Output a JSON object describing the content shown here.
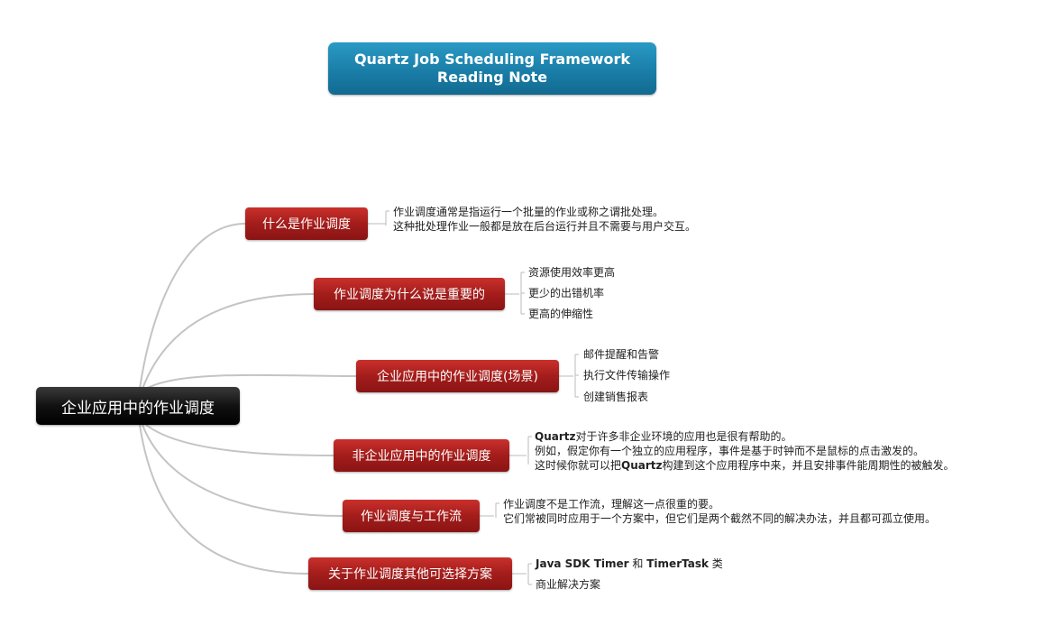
{
  "title": {
    "line1": "Quartz Job Scheduling Framework",
    "line2": "Reading Note"
  },
  "root": {
    "label": "企业应用中的作业调度"
  },
  "branches": [
    {
      "label": "什么是作业调度",
      "notes": [
        "作业调度通常是指运行一个批量的作业或称之谓批处理。",
        "这种批处理作业一般都是放在后台运行并且不需要与用户交互。"
      ]
    },
    {
      "label": "作业调度为什么说是重要的",
      "leaves": [
        "资源使用效率更高",
        "更少的出错机率",
        "更高的伸缩性"
      ]
    },
    {
      "label": "企业应用中的作业调度(场景)",
      "leaves": [
        "邮件提醒和告警",
        "执行文件传输操作",
        "创建销售报表"
      ]
    },
    {
      "label": "非企业应用中的作业调度",
      "notes": [
        {
          "bold": "Quartz",
          "text": "对于许多非企业环境的应用也是很有帮助的。"
        },
        {
          "text": "例如，假定你有一个独立的应用程序，事件是基于时钟而不是鼠标的点击激发的。"
        },
        {
          "pre": "这时候你就可以把",
          "bold": "Quartz",
          "text": "构建到这个应用程序中来，并且安排事件能周期性的被触发。"
        }
      ]
    },
    {
      "label": "作业调度与工作流",
      "notes": [
        "作业调度不是工作流，理解这一点很重的要。",
        "它们常被同时应用于一个方案中，但它们是两个截然不同的解决办法，并且都可孤立使用。"
      ]
    },
    {
      "label": "关于作业调度其他可选择方案",
      "leaves": [
        {
          "b1": "Java SDK Timer",
          "t1": " 和 ",
          "b2": "TimerTask",
          "t2": " 类"
        },
        "商业解决方案"
      ]
    }
  ],
  "colors": {
    "title_bg": "#1a7ea8",
    "root_bg": "#111111",
    "branch_bg": "#a31d1b",
    "connector": "#bdbdbd"
  }
}
